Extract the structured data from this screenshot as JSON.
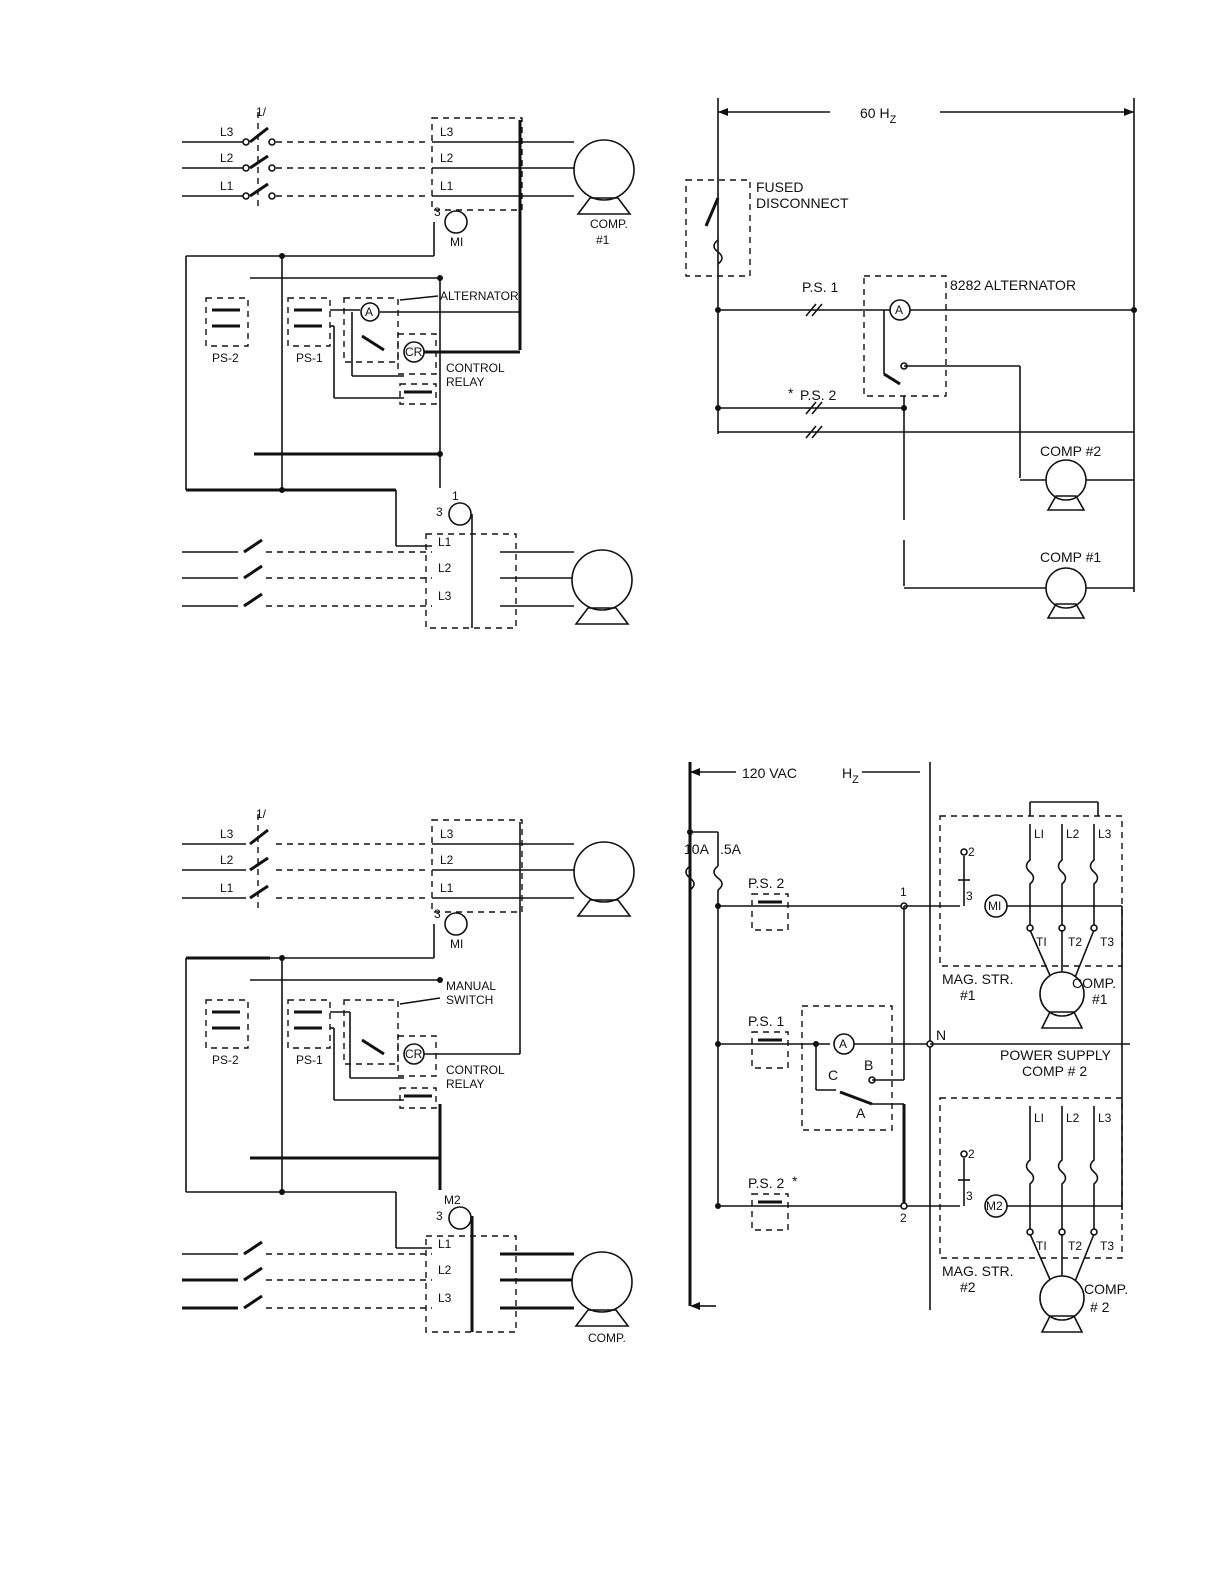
{
  "diagram_a": {
    "lines": [
      "L3",
      "L2",
      "L1"
    ],
    "switch_mark": "1/",
    "contactor_lines": [
      "L3",
      "L2",
      "L1"
    ],
    "coil_terminal": "3",
    "coil": "MI",
    "motor_label": "COMP.",
    "motor_number": "#1",
    "alternator_label": "ALTERNATOR",
    "alternator_symbol": "A",
    "relay_symbol": "CR",
    "control_relay_line1": "CONTROL",
    "control_relay_line2": "RELAY",
    "ps2": "PS-2",
    "ps1": "PS-1",
    "lower_coil_terminal": "3",
    "lower_coil_number": "1",
    "lower_lines": [
      "L1",
      "L2",
      "L3"
    ]
  },
  "diagram_b": {
    "supply": "60 H",
    "supply_sub": "Z",
    "fused_line1": "FUSED",
    "fused_line2": "DISCONNECT",
    "ps1": "P.S. 1",
    "ps2": "P.S. 2",
    "ps2_mark": "*",
    "alternator": "8282 ALTERNATOR",
    "alternator_symbol": "A",
    "comp2": "COMP #2",
    "comp1": "COMP #1"
  },
  "diagram_c": {
    "lines": [
      "L3",
      "L2",
      "L1"
    ],
    "switch_mark": "1/",
    "contactor_lines": [
      "L3",
      "L2",
      "L1"
    ],
    "coil_terminal": "3",
    "coil": "MI",
    "manual_line1": "MANUAL",
    "manual_line2": "SWITCH",
    "relay_symbol": "CR",
    "control_relay_line1": "CONTROL",
    "control_relay_line2": "RELAY",
    "ps2": "PS-2",
    "ps1": "PS-1",
    "lower_coil_terminal": "3",
    "lower_coil": "M2",
    "lower_lines": [
      "L1",
      "L2",
      "L3"
    ],
    "motor_label": "COMP."
  },
  "diagram_d": {
    "supply": "120 VAC",
    "supply_hz": "H",
    "supply_hz_sub": "Z",
    "fuse1": "10A",
    "fuse2": ".5A",
    "ps2_top": "P.S. 2",
    "ps1": "P.S. 1",
    "ps2_bottom": "P.S. 2",
    "ps2_mark": "*",
    "alt_symbol": "A",
    "alt_b": "B",
    "alt_c": "C",
    "alt_a": "A",
    "node1": "1",
    "node2": "2",
    "neutral": "N",
    "term2_top": "2",
    "term3_top": "3",
    "coil_top": "MI",
    "mag_str1_line1": "MAG. STR.",
    "mag_str1_line2": "#1",
    "comp1_line1": "COMP.",
    "comp1_line2": "#1",
    "line_terms_top": [
      "LI",
      "L2",
      "L3"
    ],
    "load_terms_top": [
      "TI",
      "T2",
      "T3"
    ],
    "power_supply_line1": "POWER SUPPLY",
    "power_supply_line2": "COMP # 2",
    "line_terms_bottom": [
      "LI",
      "L2",
      "L3"
    ],
    "term2_bottom": "2",
    "term3_bottom": "3",
    "coil_bottom": "M2",
    "load_terms_bottom": [
      "TI",
      "T2",
      "T3"
    ],
    "mag_str2_line1": "MAG. STR.",
    "mag_str2_line2": "#2",
    "comp2_line1": "COMP.",
    "comp2_line2": "# 2"
  }
}
